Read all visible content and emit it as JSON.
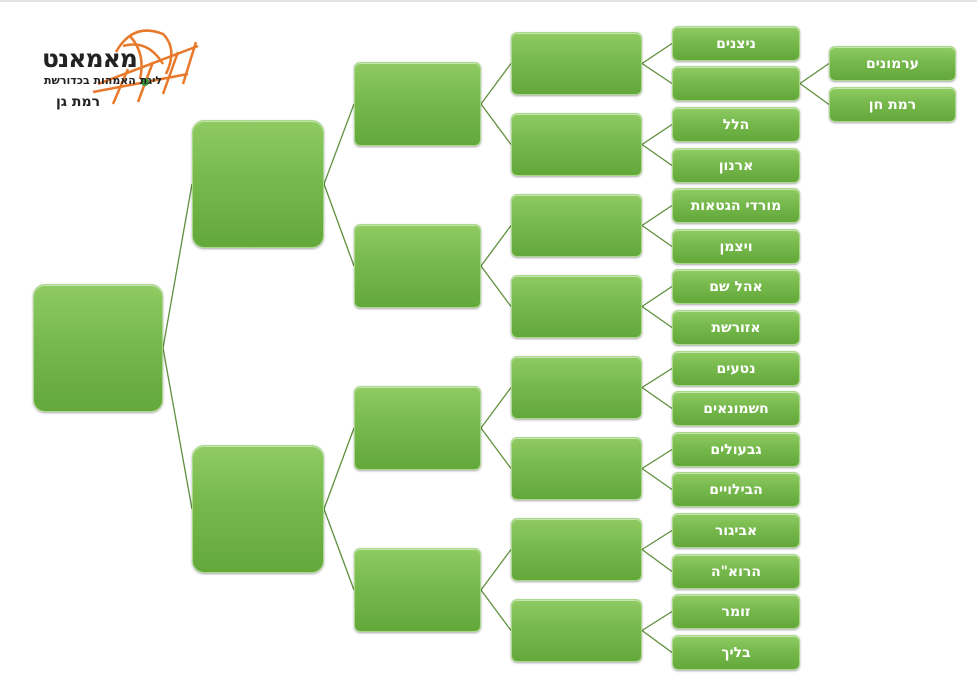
{
  "logo": {
    "title": "מאמאנט",
    "subtitle": "ליגת האמהות בכדורשת",
    "city": "רמת גן",
    "accent_orange": "#e8782a",
    "accent_green": "#3a9a3a"
  },
  "bracket": {
    "final": [
      ""
    ],
    "semifinals": [
      "",
      ""
    ],
    "quarterfinals": [
      "",
      "",
      "",
      ""
    ],
    "round_of_16": [
      "",
      "",
      "",
      "",
      "",
      "",
      "",
      ""
    ],
    "round_of_32": [
      "ניצנים",
      "",
      "הלל",
      "ארנון",
      "מורדי הגטאות",
      "ויצמן",
      "אהל שם",
      "אזורשת",
      "נטעים",
      "חשמונאים",
      "גבעולים",
      "הבילויים",
      "אביגור",
      "הרוא\"ה",
      "זומר",
      "בליך"
    ],
    "preliminary": [
      "ערמונים",
      "רמת חן"
    ]
  },
  "colors": {
    "box": "#77b94d",
    "line": "#5e8f3c"
  }
}
